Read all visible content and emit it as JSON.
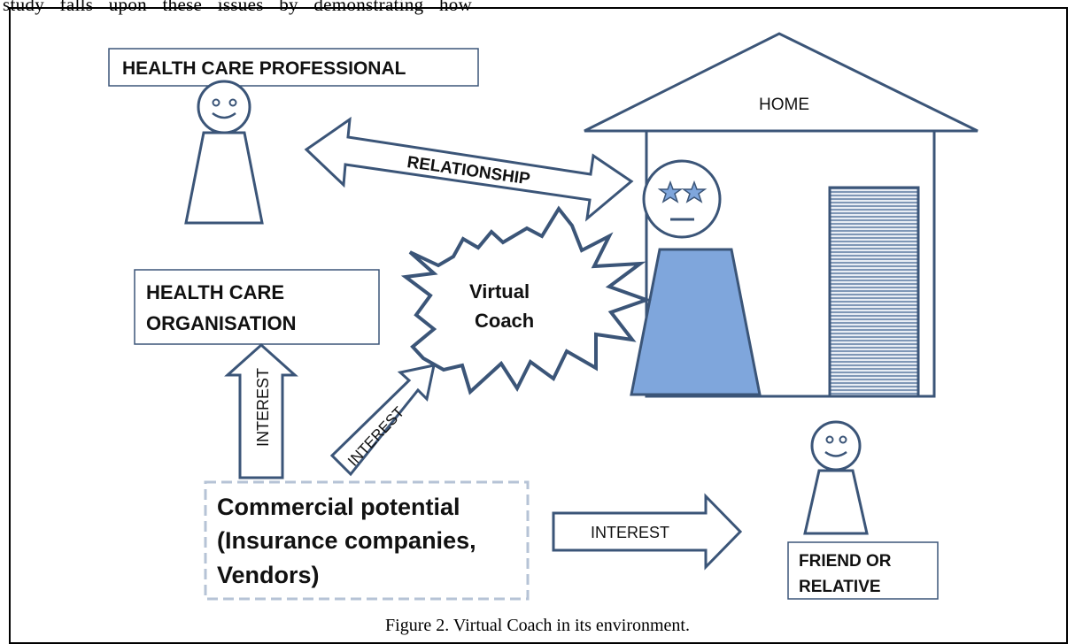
{
  "header_text": "study falls upon these issues by demonstrating how",
  "labels": {
    "health_care_professional": "HEALTH CARE PROFESSIONAL",
    "home": "HOME",
    "relationship": "RELATIONSHIP",
    "virtual_coach_line1": "Virtual",
    "virtual_coach_line2": "Coach",
    "health_care_org_line1": "HEALTH CARE",
    "health_care_org_line2": "ORGANISATION",
    "interest_vertical": "INTEREST",
    "interest_diagonal": "INTEREST",
    "interest_horizontal": "INTEREST",
    "commercial_line1": "Commercial potential",
    "commercial_line2": "(Insurance companies,",
    "commercial_line3": "Vendors)",
    "friend_line1": "FRIEND OR",
    "friend_line2": "RELATIVE"
  },
  "caption": "Figure 2. Virtual Coach in its environment.",
  "colors": {
    "outline": "#3b5578",
    "patient_fill": "#7fa6dc",
    "door_fill": "#8aa2bf",
    "dashed_border": "#b6c3d6"
  }
}
